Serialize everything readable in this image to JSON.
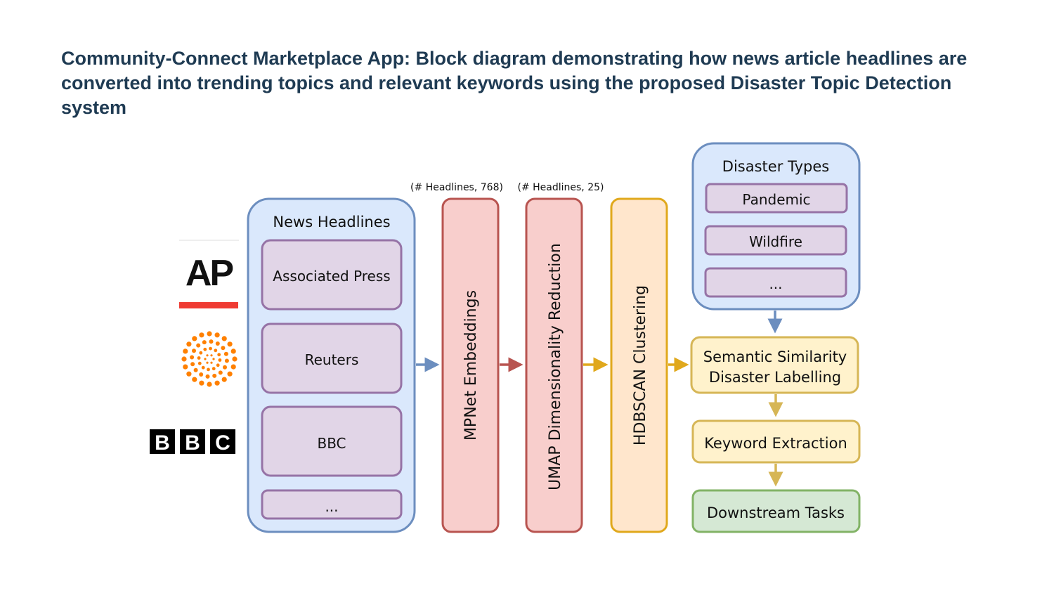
{
  "caption": "Community-Connect Marketplace App: Block diagram demonstrating how news article headlines are converted into trending topics and relevant keywords using the proposed Disaster Topic Detection system",
  "logos": {
    "ap": "AP",
    "bbc": [
      "B",
      "B",
      "C"
    ]
  },
  "news_headlines": {
    "title": "News Headlines",
    "sources": [
      "Associated Press",
      "Reuters",
      "BBC",
      "..."
    ]
  },
  "pipeline": {
    "mpnet": {
      "label": "MPNet Embeddings",
      "shape": "(# Headlines, 768)"
    },
    "umap": {
      "label": "UMAP Dimensionality Reduction",
      "shape": "(# Headlines, 25)"
    },
    "hdbscan": {
      "label": "HDBSCAN Clustering"
    }
  },
  "disaster_types": {
    "title": "Disaster Types",
    "items": [
      "Pandemic",
      "Wildfire",
      "..."
    ]
  },
  "semantic": {
    "line1": "Semantic Similarity",
    "line2": "Disaster Labelling"
  },
  "keyword_extraction": "Keyword Extraction",
  "downstream": "Downstream Tasks",
  "colors": {
    "caption": "#1f3b53",
    "blue_fill": "#dae8fc",
    "blue_stroke": "#6c8ebf",
    "purple_fill": "#e1d5e7",
    "purple_stroke": "#9673a6",
    "red_fill": "#f8cecc",
    "red_stroke": "#b85450",
    "orange_fill": "#ffe6cc",
    "orange_stroke": "#d79b00",
    "yellow_fill": "#fff2cc",
    "yellow_stroke": "#d6b656",
    "green_fill": "#d5e8d4",
    "green_stroke": "#82b366",
    "ap_red": "#ef3b33",
    "reuters_orange": "#ff8000"
  }
}
